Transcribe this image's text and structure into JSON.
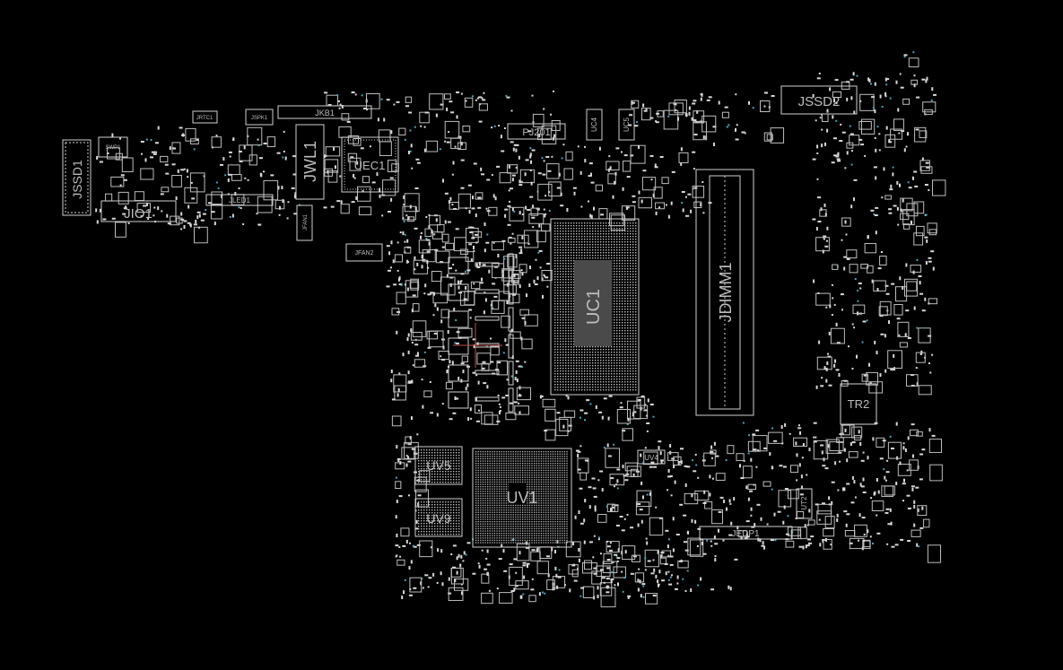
{
  "colors": {
    "background": "#000000",
    "outline": "#cfcfcf",
    "label": "#bdbdbd",
    "pad": "#d8d8d8",
    "via": "#4aa3b5",
    "probe": "#c05050"
  },
  "components": {
    "jssd1": "JSSD1",
    "jio1": "JIO1",
    "jrtc1": "JRTC1",
    "jspk1": "JSPK1",
    "swp1": "SWP1",
    "jkb1": "JKB1",
    "jled1": "JLED1",
    "jwl1": "JWL1",
    "jfan1": "JFAN1",
    "jfan2": "JFAN2",
    "uec1": "UEC1",
    "pj201": "PJ201",
    "uc4": "UC4",
    "uc5": "UC5",
    "uc1": "UC1",
    "jdimm1": "JDIMM1",
    "jssd2": "JSSD2",
    "tr2": "TR2",
    "uv5": "UV5",
    "uv9": "UV9",
    "uv1": "UV1",
    "uv4": "UV4",
    "ut2": "UT2",
    "jedp1": "JEDP1"
  }
}
